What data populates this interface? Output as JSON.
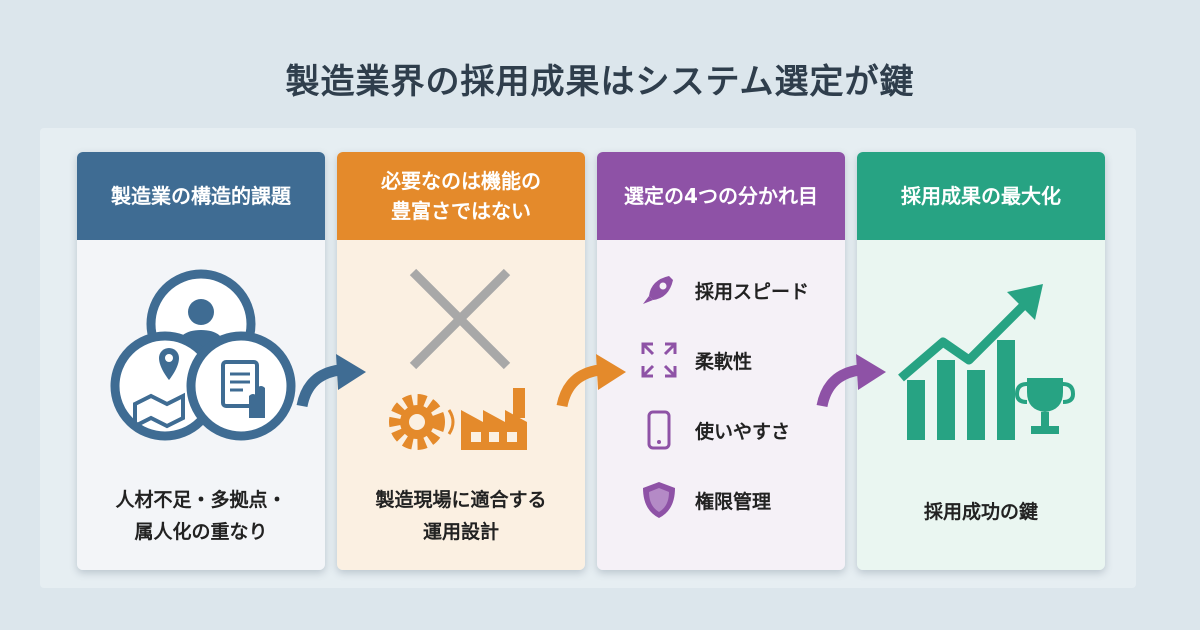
{
  "title": "製造業界の採用成果はシステム選定が鍵",
  "cards": [
    {
      "header": "製造業の構造的課題",
      "caption_lines": [
        "人材不足・多拠点・",
        "属人化の重なり"
      ],
      "icons": [
        "person-icon",
        "map-pin-icon",
        "document-hand-icon"
      ]
    },
    {
      "header_lines": [
        "必要なのは機能の",
        "豊富さではない"
      ],
      "caption_lines": [
        "製造現場に適合する",
        "運用設計"
      ],
      "icons": [
        "cross-icon",
        "gear-icon",
        "factory-icon"
      ]
    },
    {
      "header": "選定の4つの分かれ目",
      "items": [
        {
          "label": "採用スピード",
          "icon": "rocket-icon"
        },
        {
          "label": "柔軟性",
          "icon": "expand-arrows-icon"
        },
        {
          "label": "使いやすさ",
          "icon": "smartphone-icon"
        },
        {
          "label": "権限管理",
          "icon": "shield-icon"
        }
      ]
    },
    {
      "header": "採用成果の最大化",
      "caption": "採用成功の鍵",
      "icons": [
        "growth-chart-icon",
        "trophy-icon"
      ]
    }
  ],
  "colors": {
    "card1": "#3f6c93",
    "card2": "#e48a2b",
    "card3": "#8e52a6",
    "card4": "#27a383"
  }
}
